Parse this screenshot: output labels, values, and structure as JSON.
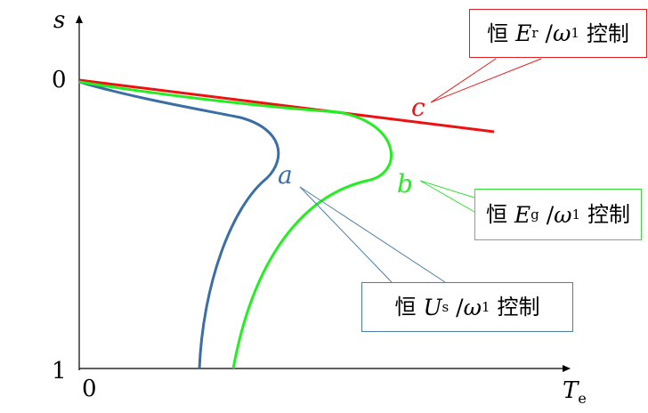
{
  "axes": {
    "y_label": "s",
    "x_label_main": "T",
    "x_label_sub": "e",
    "y_tick_top": "0",
    "y_tick_bottom": "1",
    "x_tick_origin": "0"
  },
  "curves": {
    "a": {
      "label": "a",
      "color": "#3a6ea5"
    },
    "b": {
      "label": "b",
      "color": "#22ee22"
    },
    "c": {
      "label": "c",
      "color": "#ee1111"
    }
  },
  "callouts": {
    "c": {
      "prefix": "恒",
      "var": "E",
      "sub": "r",
      "slash": "/",
      "omega": "ω",
      "omega_sub": "1",
      "suffix": "控制"
    },
    "b": {
      "prefix": "恒",
      "var": "E",
      "sub": "g",
      "slash": "/",
      "omega": "ω",
      "omega_sub": "1",
      "suffix": "控制"
    },
    "a": {
      "prefix": "恒",
      "var": "U",
      "sub": "s",
      "slash": "/",
      "omega": "ω",
      "omega_sub": "1",
      "suffix": "控制"
    }
  }
}
